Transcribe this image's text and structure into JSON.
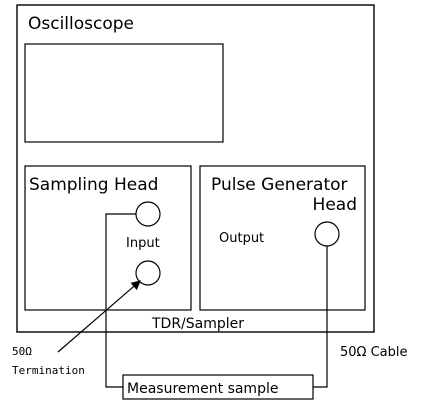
{
  "diagram": {
    "oscilloscope_label": "Oscilloscope",
    "sampling_head_label": "Sampling Head",
    "pulse_generator_label_line1": "Pulse Generator",
    "pulse_generator_label_line2": "Head",
    "input_label": "Input",
    "output_label": "Output",
    "tdr_sampler_label": "TDR/Sampler",
    "termination_label_line1": "50Ω",
    "termination_label_line2": "Termination",
    "cable_label": "50Ω Cable",
    "measurement_sample_label": "Measurement sample"
  }
}
